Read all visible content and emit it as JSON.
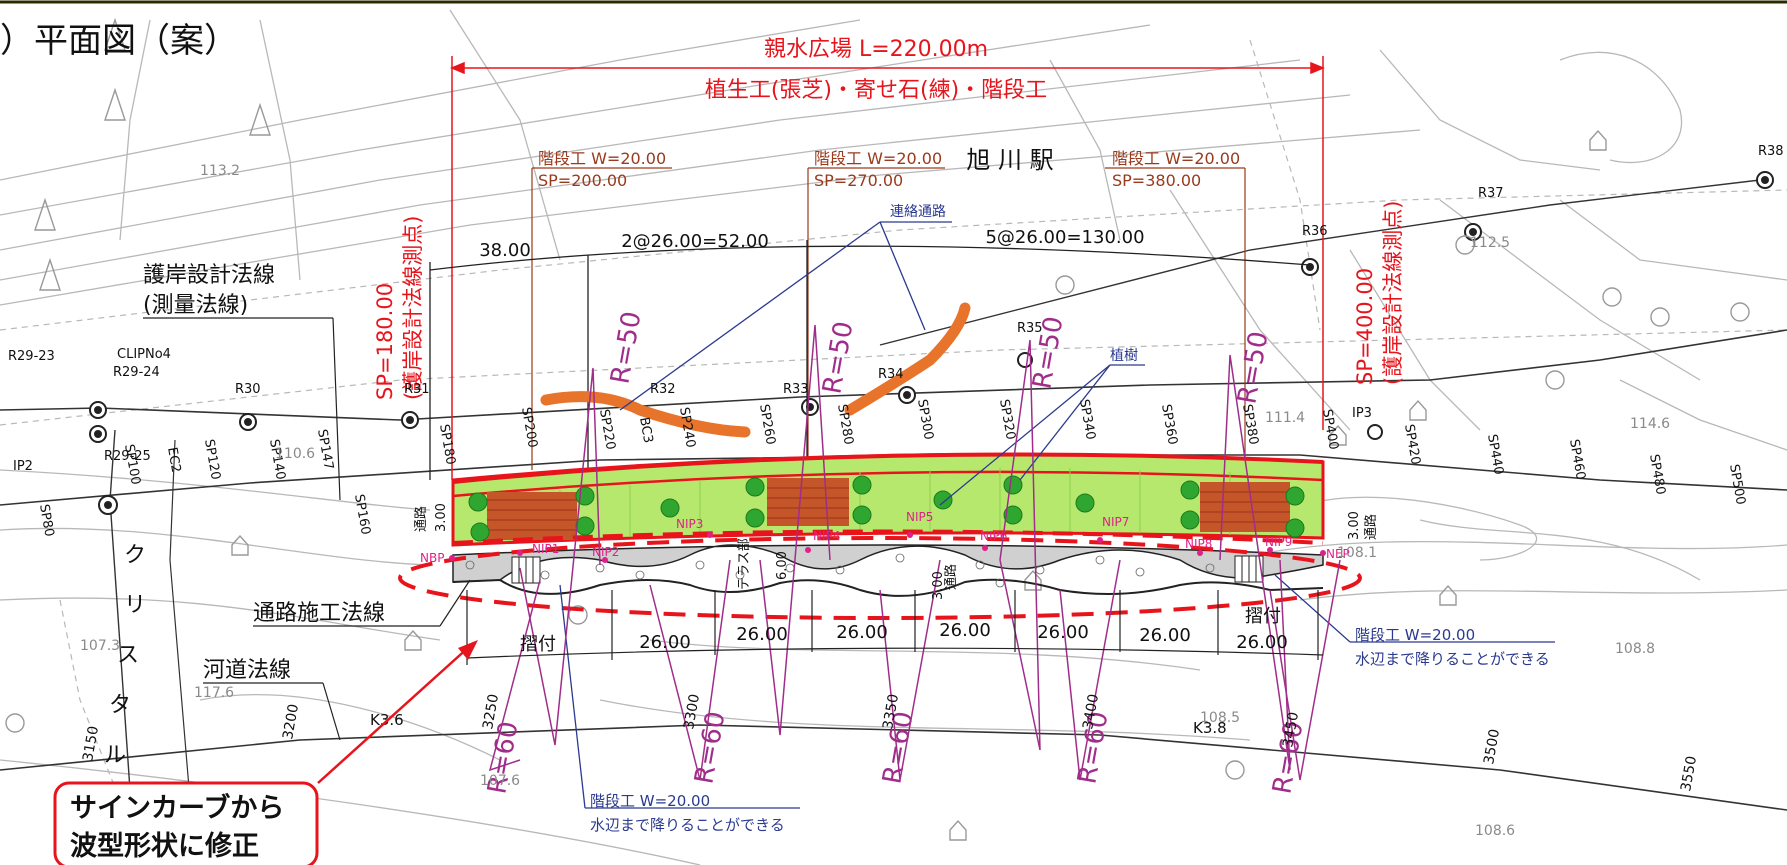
{
  "heading": "）平面図（案）",
  "plaza": {
    "length_label": "親水広場 L=220.00m",
    "works_label": "植生工(張芝)・寄せ石(練)・階段工"
  },
  "station_name": "旭 川 駅",
  "design_line": {
    "label1": "護岸設計法線",
    "label2": "(測量法線)"
  },
  "road_line_label": "通路施工法線",
  "river_line_label": "河道法線",
  "crystal_street": [
    "ク",
    "リ",
    "ス",
    "タ",
    "ル"
  ],
  "stairs_top": [
    {
      "w": "階段工 W=20.00",
      "sp": "SP=200.00"
    },
    {
      "w": "階段工 W=20.00",
      "sp": "SP=270.00"
    },
    {
      "w": "階段工 W=20.00",
      "sp": "SP=380.00"
    }
  ],
  "sp_left": {
    "value": "SP=180.00",
    "note": "(護岸設計法線測点)"
  },
  "sp_right": {
    "value": "SP=400.00",
    "note": "(護岸設計法線測点)"
  },
  "top_dims": {
    "d1": "38.00",
    "d2": "2@26.00=52.00",
    "d3": "5@26.00=130.00"
  },
  "callouts": {
    "passage": "連絡通路",
    "trees": "植樹"
  },
  "bottom_dims": [
    "26.00",
    "26.00",
    "26.00",
    "26.00",
    "26.00",
    "26.00",
    "26.00"
  ],
  "suritsuke": [
    "摺付",
    "摺付"
  ],
  "stairs_bottom": [
    {
      "w": "階段工 W=20.00",
      "note": "水辺まで降りることができる"
    },
    {
      "w": "階段工 W=20.00",
      "note": "水辺まで降りることができる"
    }
  ],
  "note_box": {
    "line1": "サインカーブから",
    "line2": "波型形状に修正"
  },
  "radii": {
    "r50": "R=50",
    "r60": "R=60"
  },
  "nip_labels": [
    "NBP",
    "NIP1",
    "NIP2",
    "NIP3",
    "NIP4",
    "NIP5",
    "NIP6",
    "NIP7",
    "NIP8",
    "NIP9",
    "NEP"
  ],
  "sp_ticks": [
    "SP80",
    "SP100",
    "SP120",
    "SP140",
    "SP147",
    "SP160",
    "SP180",
    "SP200",
    "SP220",
    "SP240",
    "SP260",
    "SP280",
    "SP300",
    "SP320",
    "SP340",
    "SP360",
    "SP380",
    "SP400",
    "SP420",
    "SP440",
    "SP460",
    "SP480",
    "SP500"
  ],
  "k_markers": [
    "K3.6",
    "K3.8"
  ],
  "chainages": [
    "3150",
    "3200",
    "3250",
    "3300",
    "3350",
    "3400",
    "3450",
    "3500",
    "3550"
  ],
  "r_points": [
    "R29-23",
    "CLIPNo4",
    "R29-24",
    "R29-25",
    "R30",
    "R31",
    "R32",
    "R33",
    "R34",
    "R35",
    "R36",
    "R37",
    "R38",
    "IP2",
    "IP3",
    "EC2",
    "BC3"
  ],
  "road_labels": {
    "passage": "通路",
    "passage_w": "3.00",
    "terrace": "テラス部",
    "terrace_w": "6.00"
  },
  "elevations": [
    "108.8",
    "107.3",
    "117.6",
    "107.6",
    "108.6",
    "108.5",
    "108.1",
    "114.6",
    "113.2",
    "112.5",
    "110.6",
    "111.4"
  ],
  "colors": {
    "red": "#e8141c",
    "navy": "#2b3a8f",
    "grass": "#b7e86e",
    "tree": "#2fa62f",
    "brick": "#c4562a",
    "orange": "#e8732a",
    "magenta": "#a02d8a"
  }
}
